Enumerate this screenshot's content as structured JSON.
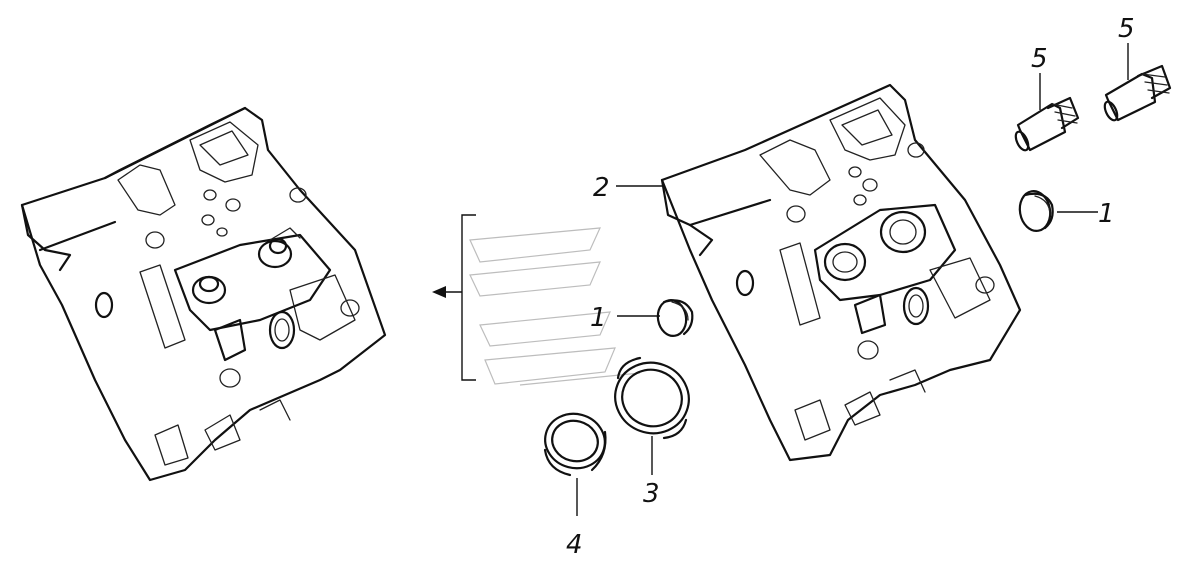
{
  "diagram": {
    "callouts": [
      {
        "id": "c1a",
        "label": "1"
      },
      {
        "id": "c1b",
        "label": "1"
      },
      {
        "id": "c2",
        "label": "2"
      },
      {
        "id": "c3",
        "label": "3"
      },
      {
        "id": "c4",
        "label": "4"
      },
      {
        "id": "c5a",
        "label": "5"
      },
      {
        "id": "c5b",
        "label": "5"
      }
    ],
    "parts": [
      {
        "label": "1",
        "name": "plug"
      },
      {
        "label": "2",
        "name": "cylinder-head"
      },
      {
        "label": "3",
        "name": "ring"
      },
      {
        "label": "4",
        "name": "ring"
      },
      {
        "label": "5",
        "name": "valve-guide"
      }
    ]
  }
}
